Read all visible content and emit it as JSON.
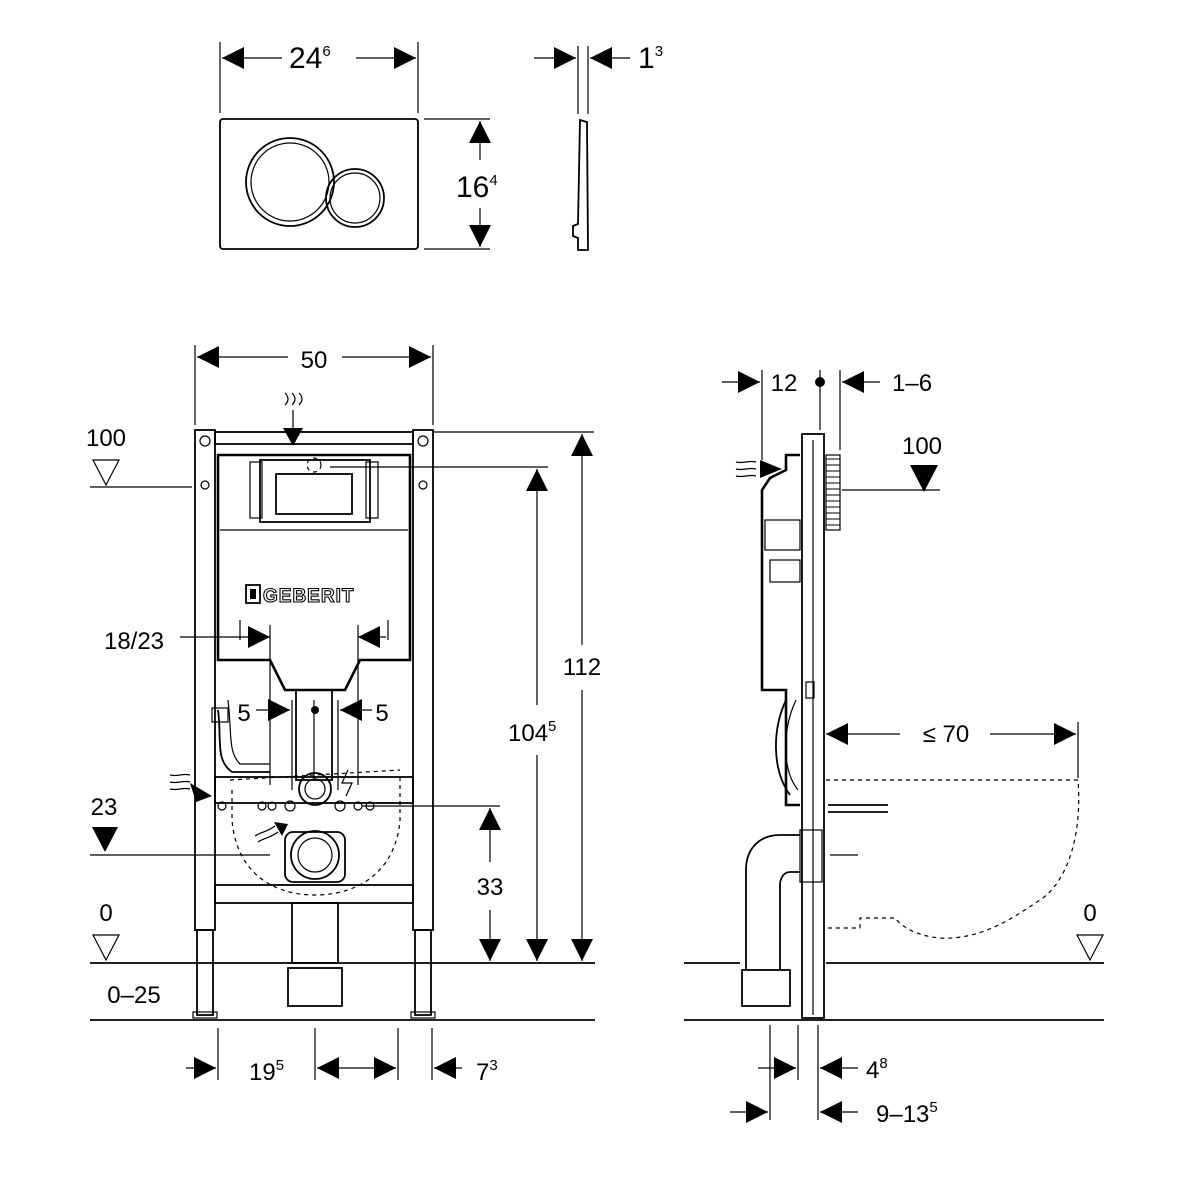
{
  "flush_plate": {
    "width": {
      "main": "24",
      "sup": "6"
    },
    "height": {
      "main": "16",
      "sup": "4"
    },
    "depth": {
      "main": "1",
      "sup": "3"
    }
  },
  "front_view": {
    "frame_width": "50",
    "brand_logo": "GEBERIT",
    "level_100": "100",
    "dim_18_23": "18/23",
    "dim_left_5": "5",
    "dim_right_5": "5",
    "level_23": "23",
    "level_0": "0",
    "dim_0_25": "0–25",
    "dim_33": "33",
    "dim_104": {
      "main": "104",
      "sup": "5"
    },
    "dim_112": "112",
    "dim_19": {
      "main": "19",
      "sup": "5"
    },
    "dim_7": {
      "main": "7",
      "sup": "3"
    }
  },
  "side_view": {
    "dim_12": "12",
    "dim_1_6": "1–6",
    "level_100": "100",
    "dim_le_70": "≤ 70",
    "level_0": "0",
    "dim_4": {
      "main": "4",
      "sup": "8"
    },
    "dim_9_13": {
      "main": "9–13",
      "sup": "5"
    }
  }
}
